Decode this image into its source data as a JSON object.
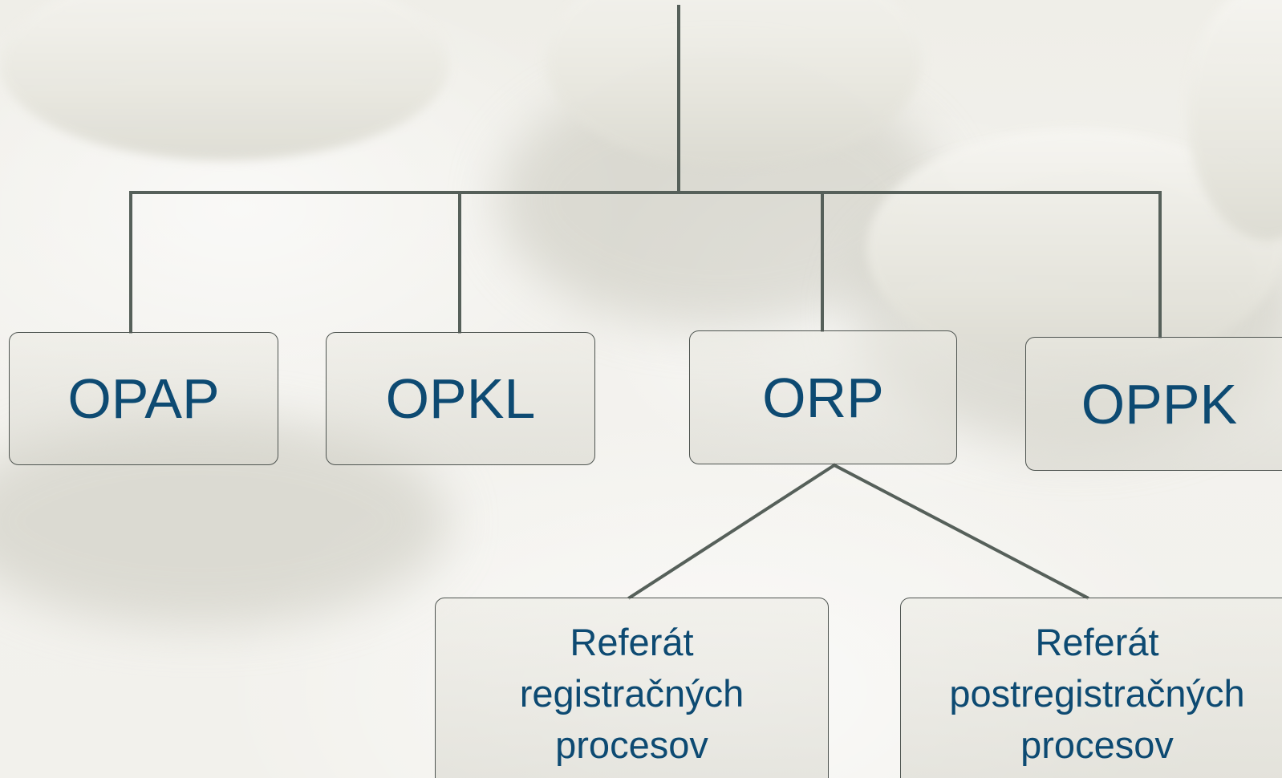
{
  "diagram": {
    "top_level": [
      {
        "id": "opap",
        "label": "OPAP"
      },
      {
        "id": "opkl",
        "label": "OPKL"
      },
      {
        "id": "orp",
        "label": "ORP"
      },
      {
        "id": "oppk",
        "label": "OPPK"
      }
    ],
    "orp_children": [
      {
        "id": "ref-reg",
        "lines": [
          "Referát",
          "registračných",
          "procesov"
        ]
      },
      {
        "id": "ref-postreg",
        "lines": [
          "Referát",
          "postregistračných",
          "procesov"
        ]
      }
    ],
    "colors": {
      "text": "#0d4a72",
      "connector": "#56605a",
      "box_border": "#4e5450"
    }
  }
}
